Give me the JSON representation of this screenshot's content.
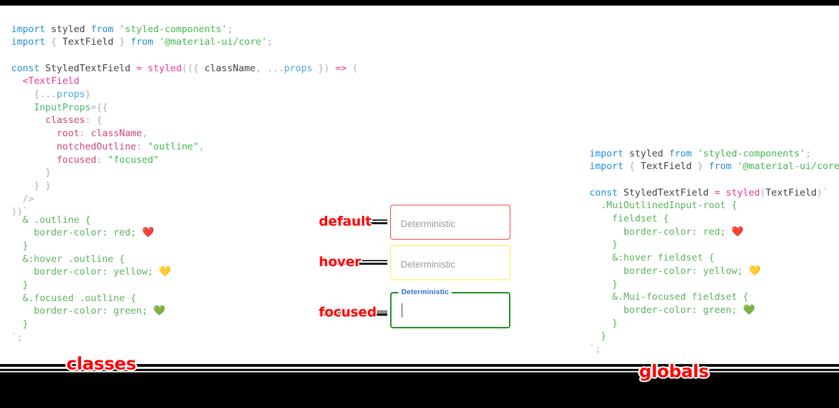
{
  "colors": {
    "accent_red": "#ff0000",
    "border_default": "#f44336",
    "border_hover": "#ffeb3b",
    "border_focused": "#1a8f1a",
    "notch_label": "#2a72d6",
    "placeholder": "#9a9a9a",
    "background": "#000000",
    "panel": "#ffffff"
  },
  "left_code_top": {
    "lines": [
      [
        {
          "t": "import",
          "c": "kw"
        },
        {
          "t": " ",
          "c": "plain"
        },
        {
          "t": "styled",
          "c": "plain"
        },
        {
          "t": " ",
          "c": "plain"
        },
        {
          "t": "from",
          "c": "kw"
        },
        {
          "t": " ",
          "c": "plain"
        },
        {
          "t": "'styled-components'",
          "c": "str"
        },
        {
          "t": ";",
          "c": "punct"
        }
      ],
      [
        {
          "t": "import",
          "c": "kw"
        },
        {
          "t": " ",
          "c": "plain"
        },
        {
          "t": "{",
          "c": "punct"
        },
        {
          "t": " TextField ",
          "c": "plain"
        },
        {
          "t": "}",
          "c": "punct"
        },
        {
          "t": " ",
          "c": "plain"
        },
        {
          "t": "from",
          "c": "kw"
        },
        {
          "t": " ",
          "c": "plain"
        },
        {
          "t": "'@material-ui/core'",
          "c": "str"
        },
        {
          "t": ";",
          "c": "punct"
        }
      ],
      [],
      [
        {
          "t": "const",
          "c": "kw"
        },
        {
          "t": " StyledTextField ",
          "c": "plain"
        },
        {
          "t": "=",
          "c": "op"
        },
        {
          "t": " ",
          "c": "plain"
        },
        {
          "t": "styled",
          "c": "fn"
        },
        {
          "t": "((",
          "c": "punct"
        },
        {
          "t": "{",
          "c": "punct"
        },
        {
          "t": " className",
          "c": "plain"
        },
        {
          "t": ",",
          "c": "punct"
        },
        {
          "t": " ",
          "c": "plain"
        },
        {
          "t": "...",
          "c": "punct"
        },
        {
          "t": "props",
          "c": "prop"
        },
        {
          "t": " ",
          "c": "plain"
        },
        {
          "t": "}",
          "c": "punct"
        },
        {
          "t": ")",
          "c": "punct"
        },
        {
          "t": " ",
          "c": "plain"
        },
        {
          "t": "=>",
          "c": "op"
        },
        {
          "t": " ",
          "c": "plain"
        },
        {
          "t": "(",
          "c": "punct"
        }
      ],
      [
        {
          "t": "  ",
          "c": "plain"
        },
        {
          "t": "<",
          "c": "tag"
        },
        {
          "t": "TextField",
          "c": "tag"
        }
      ],
      [
        {
          "t": "    ",
          "c": "plain"
        },
        {
          "t": "{",
          "c": "punct"
        },
        {
          "t": "...",
          "c": "punct"
        },
        {
          "t": "props",
          "c": "prop"
        },
        {
          "t": "}",
          "c": "punct"
        }
      ],
      [
        {
          "t": "    ",
          "c": "plain"
        },
        {
          "t": "InputProps",
          "c": "attr"
        },
        {
          "t": "=",
          "c": "punct"
        },
        {
          "t": "{{",
          "c": "punct"
        }
      ],
      [
        {
          "t": "      ",
          "c": "plain"
        },
        {
          "t": "classes",
          "c": "key"
        },
        {
          "t": ":",
          "c": "punct"
        },
        {
          "t": " ",
          "c": "plain"
        },
        {
          "t": "{",
          "c": "punct"
        }
      ],
      [
        {
          "t": "        ",
          "c": "plain"
        },
        {
          "t": "root",
          "c": "key"
        },
        {
          "t": ":",
          "c": "punct"
        },
        {
          "t": " ",
          "c": "plain"
        },
        {
          "t": "className",
          "c": "key"
        },
        {
          "t": ",",
          "c": "punct"
        }
      ],
      [
        {
          "t": "        ",
          "c": "plain"
        },
        {
          "t": "notchedOutline",
          "c": "key"
        },
        {
          "t": ":",
          "c": "punct"
        },
        {
          "t": " ",
          "c": "plain"
        },
        {
          "t": "\"outline\"",
          "c": "str"
        },
        {
          "t": ",",
          "c": "punct"
        }
      ],
      [
        {
          "t": "        ",
          "c": "plain"
        },
        {
          "t": "focused",
          "c": "key"
        },
        {
          "t": ":",
          "c": "punct"
        },
        {
          "t": " ",
          "c": "plain"
        },
        {
          "t": "\"focused\"",
          "c": "str"
        }
      ],
      [
        {
          "t": "      ",
          "c": "plain"
        },
        {
          "t": "}",
          "c": "punct"
        }
      ],
      [
        {
          "t": "    ",
          "c": "plain"
        },
        {
          "t": "} }",
          "c": "punct"
        }
      ],
      [
        {
          "t": "  ",
          "c": "plain"
        },
        {
          "t": "/>",
          "c": "punct"
        }
      ],
      [
        {
          "t": "))`",
          "c": "punct"
        }
      ]
    ]
  },
  "left_code_bottom": {
    "lines": [
      [
        {
          "t": "  & .outline {",
          "c": "css"
        }
      ],
      [
        {
          "t": "    border-color: red; ",
          "c": "css"
        },
        {
          "t": "❤️",
          "c": "emoji"
        }
      ],
      [
        {
          "t": "  }",
          "c": "css"
        }
      ],
      [
        {
          "t": "  &:hover .outline {",
          "c": "css"
        }
      ],
      [
        {
          "t": "    border-color: yellow; ",
          "c": "css"
        },
        {
          "t": "💛",
          "c": "emoji"
        }
      ],
      [
        {
          "t": "  }",
          "c": "css"
        }
      ],
      [
        {
          "t": "  &.focused .outline {",
          "c": "css"
        }
      ],
      [
        {
          "t": "    border-color: green; ",
          "c": "css"
        },
        {
          "t": "💚",
          "c": "emoji"
        }
      ],
      [
        {
          "t": "  }",
          "c": "css"
        }
      ],
      [
        {
          "t": "`;",
          "c": "punct"
        }
      ]
    ]
  },
  "right_code": {
    "lines": [
      [
        {
          "t": "import",
          "c": "kw"
        },
        {
          "t": " ",
          "c": "plain"
        },
        {
          "t": "styled",
          "c": "plain"
        },
        {
          "t": " ",
          "c": "plain"
        },
        {
          "t": "from",
          "c": "kw"
        },
        {
          "t": " ",
          "c": "plain"
        },
        {
          "t": "'styled-components'",
          "c": "str"
        },
        {
          "t": ";",
          "c": "punct"
        }
      ],
      [
        {
          "t": "import",
          "c": "kw"
        },
        {
          "t": " ",
          "c": "plain"
        },
        {
          "t": "{",
          "c": "punct"
        },
        {
          "t": " TextField ",
          "c": "plain"
        },
        {
          "t": "}",
          "c": "punct"
        },
        {
          "t": " ",
          "c": "plain"
        },
        {
          "t": "from",
          "c": "kw"
        },
        {
          "t": " ",
          "c": "plain"
        },
        {
          "t": "'@material-ui/core'",
          "c": "str"
        },
        {
          "t": ";",
          "c": "punct"
        }
      ],
      [],
      [
        {
          "t": "const",
          "c": "kw"
        },
        {
          "t": " StyledTextField ",
          "c": "plain"
        },
        {
          "t": "=",
          "c": "op"
        },
        {
          "t": " ",
          "c": "plain"
        },
        {
          "t": "styled",
          "c": "fn"
        },
        {
          "t": "(",
          "c": "punct"
        },
        {
          "t": "TextField",
          "c": "plain"
        },
        {
          "t": ")`",
          "c": "punct"
        }
      ],
      [
        {
          "t": "  .MuiOutlinedInput-root {",
          "c": "css"
        }
      ],
      [
        {
          "t": "    fieldset {",
          "c": "css"
        }
      ],
      [
        {
          "t": "      border-color: red; ",
          "c": "css"
        },
        {
          "t": "❤️",
          "c": "emoji"
        }
      ],
      [
        {
          "t": "    }",
          "c": "css"
        }
      ],
      [
        {
          "t": "    &:hover fieldset {",
          "c": "css"
        }
      ],
      [
        {
          "t": "      border-color: yellow; ",
          "c": "css"
        },
        {
          "t": "💛",
          "c": "emoji"
        }
      ],
      [
        {
          "t": "    }",
          "c": "css"
        }
      ],
      [
        {
          "t": "    &.Mui-focused fieldset {",
          "c": "css"
        }
      ],
      [
        {
          "t": "      border-color: green; ",
          "c": "css"
        },
        {
          "t": "💚",
          "c": "emoji"
        }
      ],
      [
        {
          "t": "    }",
          "c": "css"
        }
      ],
      [
        {
          "t": "  }",
          "c": "css"
        }
      ],
      [
        {
          "t": "`;",
          "c": "punct"
        }
      ]
    ]
  },
  "demo": {
    "states": {
      "default_label": "default",
      "hover_label": "hover",
      "focused_label": "focused"
    },
    "fields": {
      "default_placeholder": "Deterministic",
      "hover_placeholder": "Deterministic",
      "focused_notch_label": "Deterministic",
      "focused_value": ""
    }
  },
  "captions": {
    "left": "classes",
    "right": "globals"
  }
}
